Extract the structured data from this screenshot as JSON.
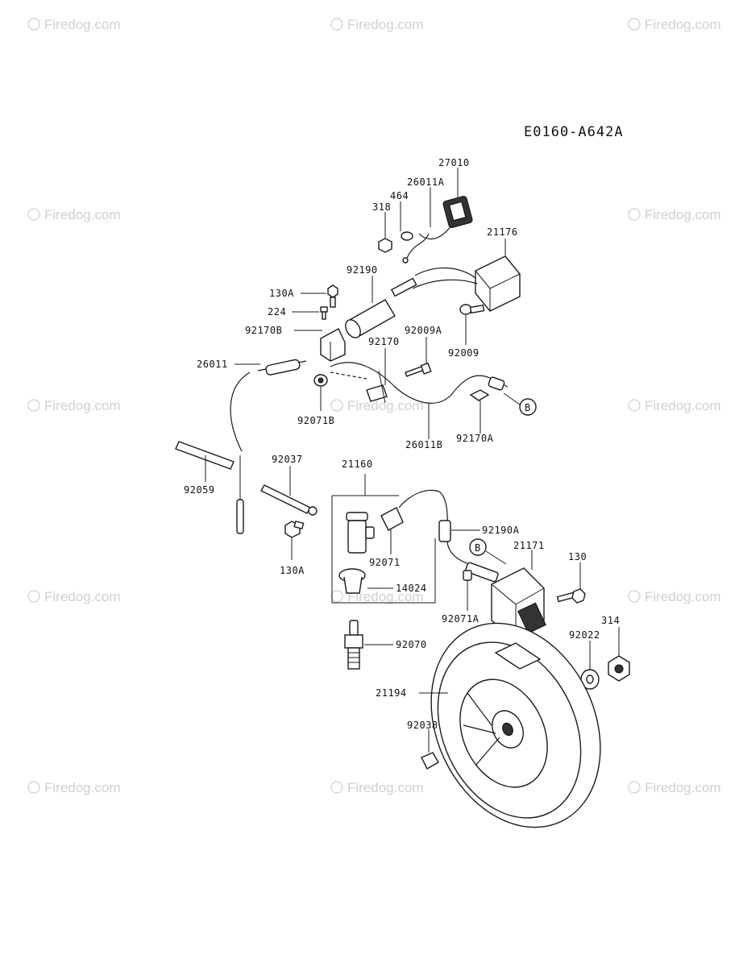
{
  "diagram_code": "E0160-A642A",
  "watermark_text": "Firedog.com",
  "callouts": {
    "c27010": "27010",
    "c26011A": "26011A",
    "c464": "464",
    "c318": "318",
    "c21176": "21176",
    "c92190": "92190",
    "c130A_top": "130A",
    "c224": "224",
    "c92170B": "92170B",
    "c92009A": "92009A",
    "c92170": "92170",
    "c92009": "92009",
    "c26011": "26011",
    "c92071B": "92071B",
    "c92170A": "92170A",
    "c26011B": "26011B",
    "c92037": "92037",
    "c21160": "21160",
    "c92059": "92059",
    "c92190A": "92190A",
    "c92071": "92071",
    "c21171": "21171",
    "c130": "130",
    "c130A_bottom": "130A",
    "c14024": "14024",
    "c92071A": "92071A",
    "c314": "314",
    "c92022": "92022",
    "c92070": "92070",
    "c21194": "21194",
    "c92038": "92038"
  },
  "connector_marker": "B"
}
